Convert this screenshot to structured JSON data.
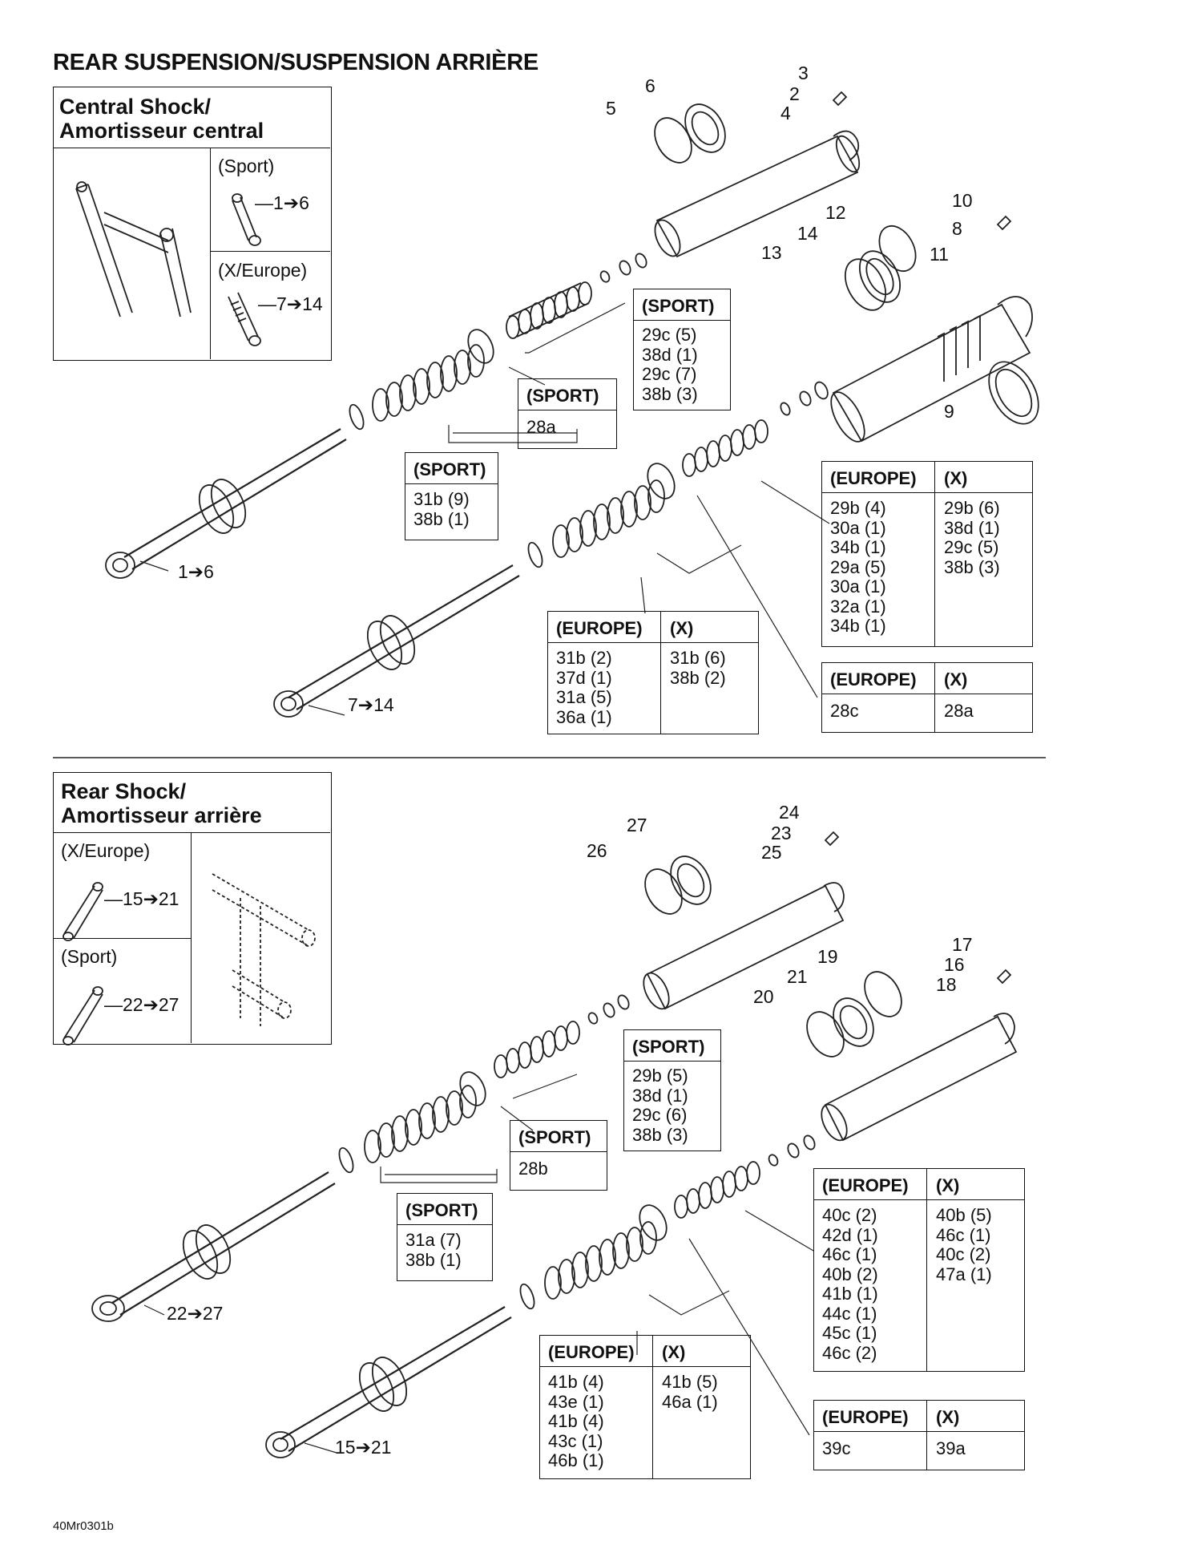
{
  "page": {
    "title": "REAR SUSPENSION/SUSPENSION ARRIÈRE",
    "footer_code": "40Mr0301b"
  },
  "central": {
    "title_line1": "Central Shock/",
    "title_line2": "Amortisseur central",
    "variant_a": {
      "label": "(Sport)",
      "range": "—1➔6"
    },
    "variant_b": {
      "label": "(X/Europe)",
      "range": "—7➔14"
    },
    "assembly_a": "1➔6",
    "assembly_b": "7➔14",
    "callouts": [
      "3",
      "2",
      "4",
      "6",
      "5",
      "10",
      "8",
      "11",
      "12",
      "14",
      "13",
      "9"
    ],
    "tables": {
      "sport_top": {
        "header": "(SPORT)",
        "items": "29c (5)\n38d (1)\n29c (7)\n38b (3)"
      },
      "sport_piston": {
        "header": "(SPORT)",
        "items": "28a"
      },
      "sport_lower": {
        "header": "(SPORT)",
        "items": "31b (9)\n38b (1)"
      },
      "eu_x_upper": {
        "h1": "(EUROPE)",
        "h2": "(X)",
        "c1": "29b (4)\n30a (1)\n34b (1)\n29a (5)\n30a (1)\n32a (1)\n34b (1)",
        "c2": "29b (6)\n38d (1)\n29c (5)\n38b (3)"
      },
      "eu_x_lower": {
        "h1": "(EUROPE)",
        "h2": "(X)",
        "c1": "31b (2)\n37d (1)\n31a (5)\n36a (1)",
        "c2": "31b (6)\n38b (2)"
      },
      "eu_x_piston": {
        "h1": "(EUROPE)",
        "h2": "(X)",
        "c1": "28c",
        "c2": "28a"
      }
    }
  },
  "rear": {
    "title_line1": "Rear Shock/",
    "title_line2": "Amortisseur arrière",
    "variant_a": {
      "label": "(X/Europe)",
      "range": "—15➔21"
    },
    "variant_b": {
      "label": "(Sport)",
      "range": "—22➔27"
    },
    "assembly_a": "22➔27",
    "assembly_b": "15➔21",
    "callouts": [
      "24",
      "23",
      "25",
      "27",
      "26",
      "17",
      "16",
      "18",
      "19",
      "21",
      "20"
    ],
    "tables": {
      "sport_top": {
        "header": "(SPORT)",
        "items": "29b (5)\n38d (1)\n29c (6)\n38b (3)"
      },
      "sport_piston": {
        "header": "(SPORT)",
        "items": "28b"
      },
      "sport_lower": {
        "header": "(SPORT)",
        "items": "31a (7)\n38b (1)"
      },
      "eu_x_upper": {
        "h1": "(EUROPE)",
        "h2": "(X)",
        "c1": "40c (2)\n42d (1)\n46c (1)\n40b (2)\n41b (1)\n44c (1)\n45c (1)\n46c (2)",
        "c2": "40b (5)\n46c (1)\n40c (2)\n47a (1)"
      },
      "eu_x_lower": {
        "h1": "(EUROPE)",
        "h2": "(X)",
        "c1": "41b (4)\n43e (1)\n41b (4)\n43c (1)\n46b (1)",
        "c2": "41b (5)\n46a (1)"
      },
      "eu_x_piston": {
        "h1": "(EUROPE)",
        "h2": "(X)",
        "c1": "39c",
        "c2": "39a"
      }
    }
  }
}
